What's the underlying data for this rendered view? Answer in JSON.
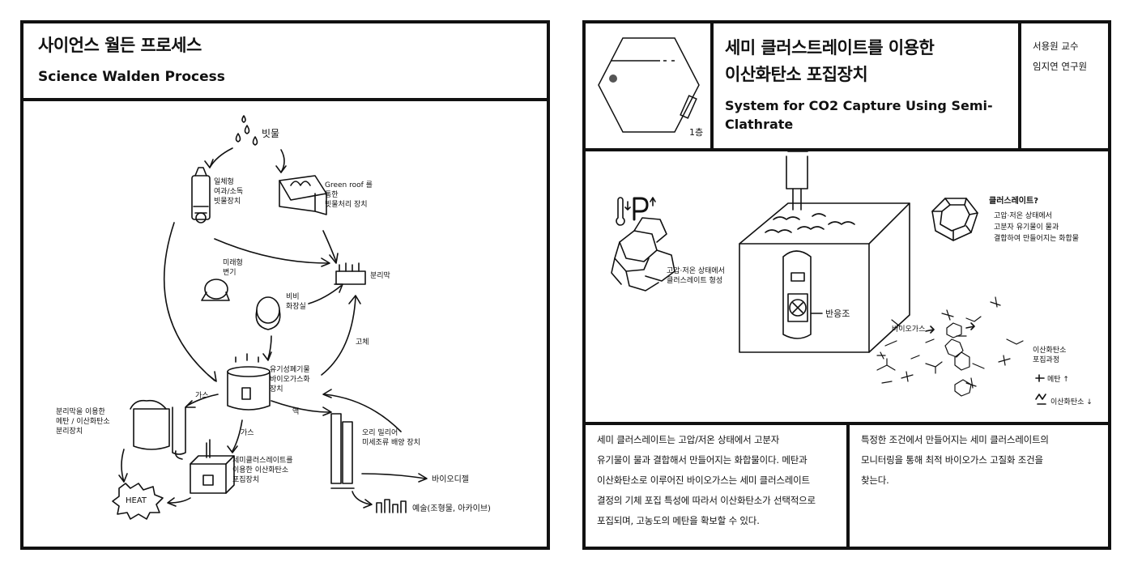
{
  "left": {
    "title_ko": "사이언스 월든 프로세스",
    "title_en": "Science Walden Process",
    "sketch_labels": {
      "rain": "빗물",
      "rain_device": "일체형\n여과/소독\n빗물장치",
      "green_roof": "Green roof 를\n통한\n빗물처리 장치",
      "urine_sep": "미래형\n변기",
      "bibi_toilet": "비비\n화장실",
      "separator_top": "분리막",
      "solid": "고체",
      "digester": "유기성폐기물\n바이오가스화\n장치",
      "gas1": "가스",
      "membrane_sep": "분리막을 이용한\n메탄 / 이산화탄소\n분리장치",
      "gas2": "가스",
      "semi_capture": "세미클러스레이트를\n이용한 이산화탄소\n포집장치",
      "liquid": "액",
      "microalgae": "오리 밀리어\n미세조류 배양 장치",
      "heat": "HEAT",
      "biodiesel": "바이오디젤",
      "fertilizer": "예술(조형물, 아카이브)"
    }
  },
  "right": {
    "title_ko": "세미 클러스트레이트를 이용한\n이산화탄소 포집장치",
    "title_en": "System for CO2 Capture Using Semi-\nClathrate",
    "authors": [
      "서용원 교수",
      "임지연 연구원"
    ],
    "floor": "1층",
    "sketch_labels": {
      "low_temp": "고압·저온 상태에서\n클러스레이트 형성",
      "reactor": "반응조",
      "clathrate_q": "클러스레이트?",
      "clathrate_def": "고압·저온 상태에서\n고분자 유기물이 물과\n결합하여 만들어지는 화합물",
      "biogas": "바이오가스",
      "co2_process": "이산화탄소\n포집과정",
      "methane": "메탄 ↑",
      "co2": "이산화탄소 ↓"
    },
    "desc_left": "세미 클러스레이트는 고압/저온 상태에서 고분자\n유기물이 물과 결합해서 만들어지는 화합물이다. 메탄과\n이산화탄소로 이루어진 바이오가스는 세미 클러스레이트\n결정의 기체 포집 특성에 따라서 이산화탄소가 선택적으로\n포집되며, 고농도의 메탄을 확보할 수 있다.",
    "desc_right": "특정한 조건에서 만들어지는 세미 클러스레이트의\n모니터링을 통해 최적 바이오가스 고질화 조건을\n찾는다."
  }
}
